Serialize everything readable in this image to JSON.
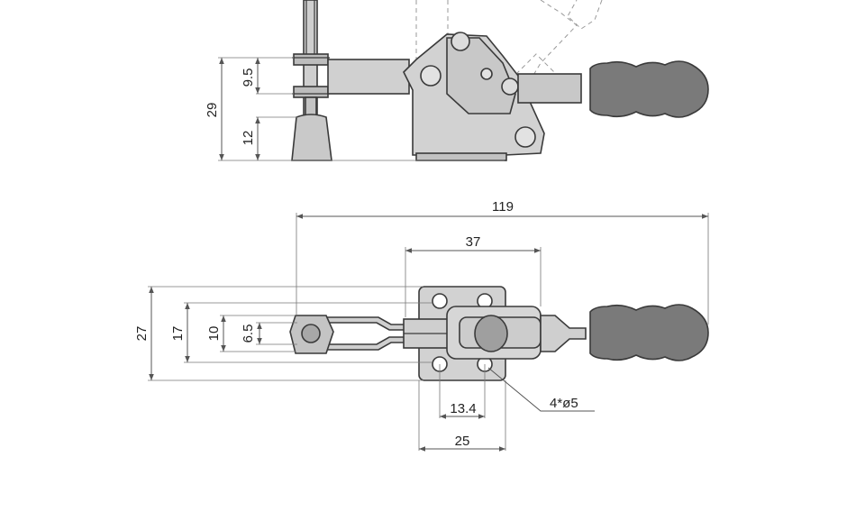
{
  "colors": {
    "body": "#d2d2d2",
    "handle": "#7a7a7a",
    "outline": "#3a3a3a",
    "dimension": "#555555"
  },
  "side_view": {
    "dims": {
      "upper_height": "9.5",
      "total_height": "29",
      "spindle_height": "12"
    }
  },
  "top_view": {
    "dims": {
      "overall_length": "119",
      "base_length": "37",
      "height_outer": "27",
      "height_17": "17",
      "height_10": "10",
      "height_6_5": "6.5",
      "hole_pitch": "13.4",
      "base_width": "25",
      "holes": "4*ø5"
    }
  }
}
